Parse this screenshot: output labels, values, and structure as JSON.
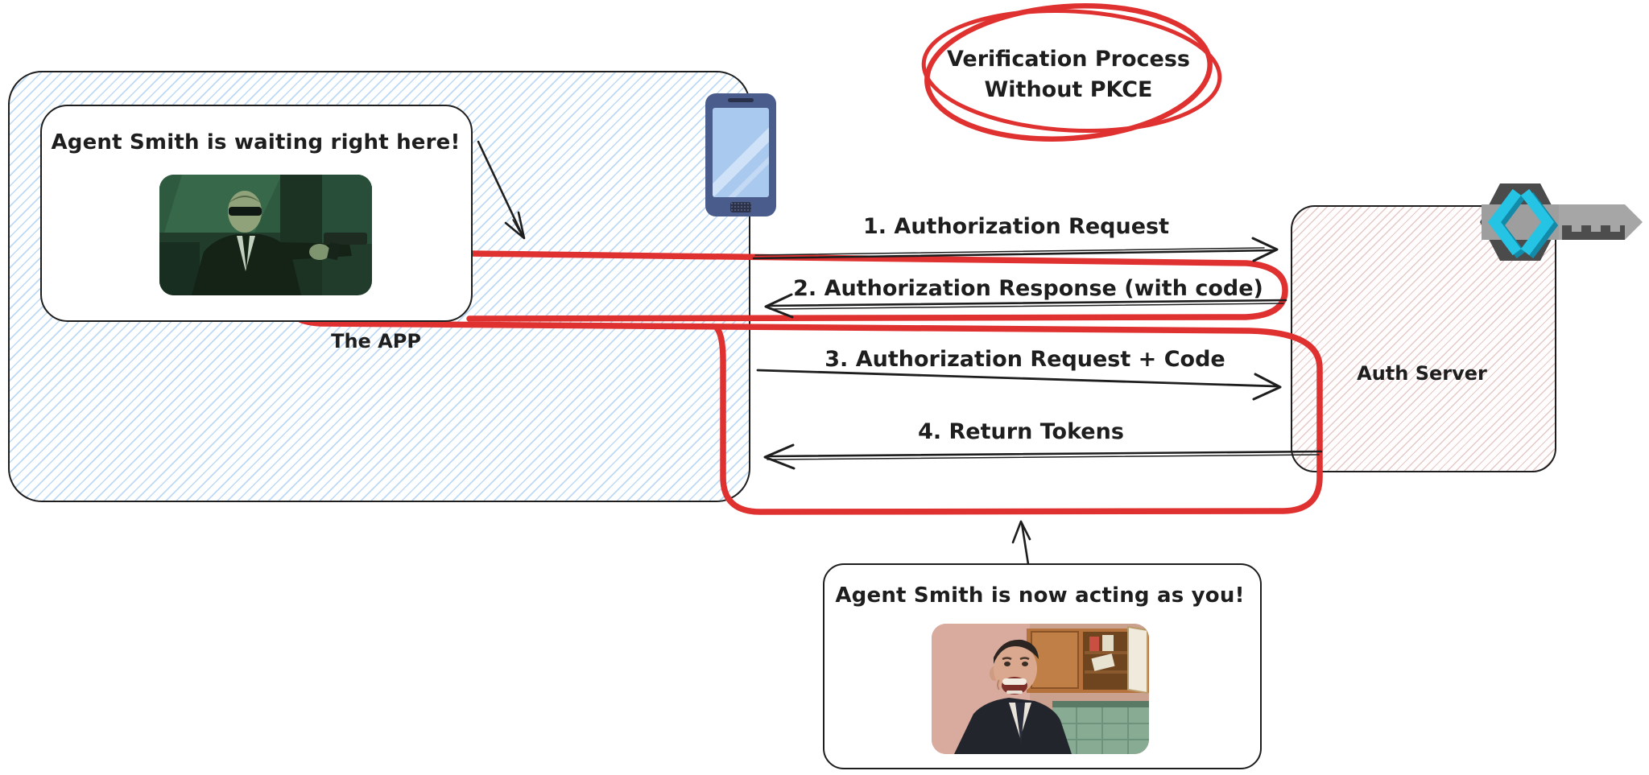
{
  "title": {
    "line1": "Verification Process",
    "line2": "Without PKCE"
  },
  "app": {
    "label": "The APP",
    "callout_text": "Agent Smith is waiting right here!",
    "callout_image": "agent-smith-aiming-gun",
    "device_icon": "smartphone-icon"
  },
  "auth_server": {
    "label": "Auth Server",
    "icon": "api-key-icon"
  },
  "flow_steps": [
    {
      "label": "1. Authorization Request",
      "direction": "right",
      "highlighted": false
    },
    {
      "label": "2. Authorization Response (with code)",
      "direction": "left",
      "highlighted": true
    },
    {
      "label": "3. Authorization Request + Code",
      "direction": "right",
      "highlighted": true
    },
    {
      "label": "4. Return Tokens",
      "direction": "left",
      "highlighted": true
    }
  ],
  "bottom_callout": {
    "text": "Agent Smith is now acting as you!",
    "image": "agent-smith-laughing"
  },
  "colors": {
    "highlight_red": "#e03131",
    "ink": "#1e1e1e",
    "app_hatch_blue": "#aecff0",
    "auth_hatch_pink": "#e3c8c4",
    "phone_body_blue": "#4a5c8b",
    "key_cyan": "#25c4e4"
  }
}
